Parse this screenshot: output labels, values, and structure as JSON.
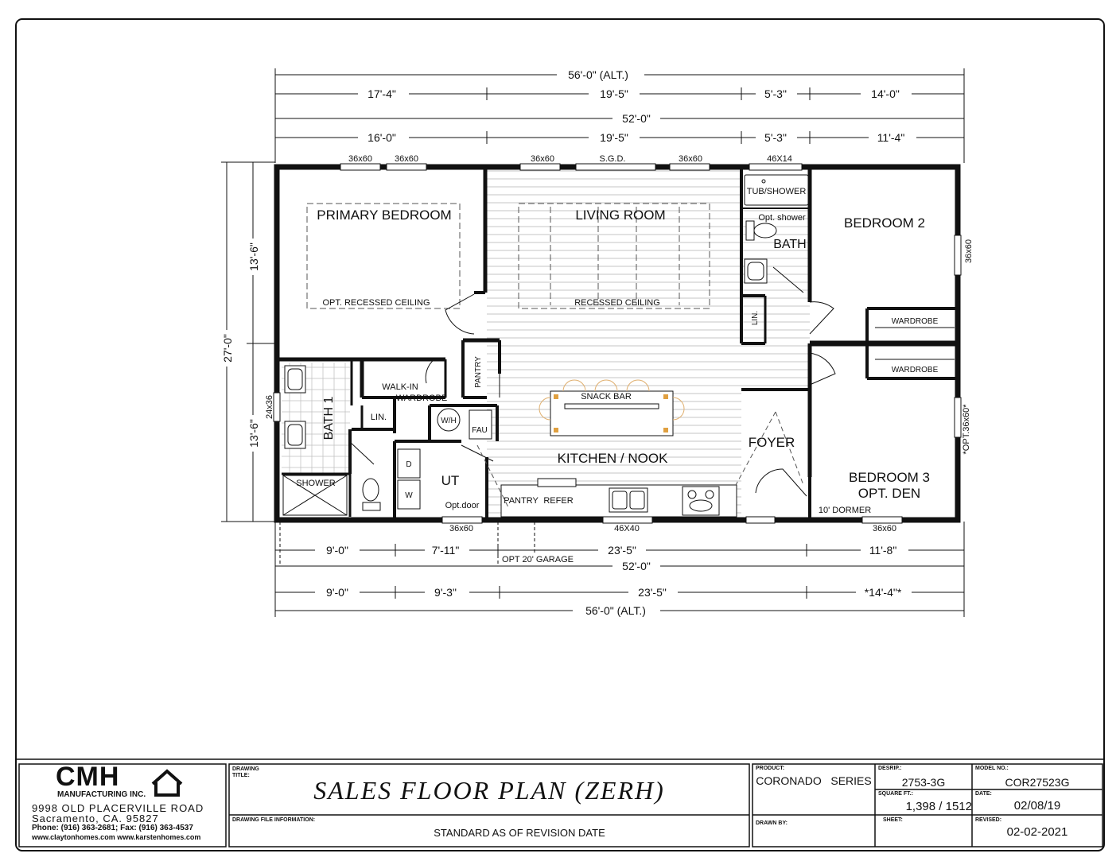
{
  "dimensions": {
    "top": {
      "overall_alt": "56'-0\" (ALT.)",
      "row2": [
        "17'-4\"",
        "19'-5\"",
        "5'-3\"",
        "14'-0\""
      ],
      "overall": "52'-0\"",
      "row4": [
        "16'-0\"",
        "19'-5\"",
        "5'-3\"",
        "11'-4\""
      ]
    },
    "left": {
      "overall": "27'-0\"",
      "upper": "13'-6\"",
      "lower": "13'-6\""
    },
    "bottom": {
      "row1": [
        "9'-0\"",
        "7'-11\"",
        "23'-5\"",
        "11'-8\""
      ],
      "garage": "OPT 20' GARAGE",
      "overall": "52'-0\"",
      "row3": [
        "9'-0\"",
        "9'-3\"",
        "23'-5\"",
        "*14'-4\"*"
      ],
      "overall_alt": "56'-0\" (ALT.)"
    }
  },
  "windows": {
    "w1": "36x60",
    "w2": "36x60",
    "w3": "36x60",
    "sgd": "S.G.D.",
    "w4": "36x60",
    "w5": "46X14",
    "right1": "36x60",
    "right2": "*OPT.36x60*",
    "left1": "24x36",
    "bottom1": "36x60",
    "bottom2": "46X40",
    "bottom3": "36x60"
  },
  "rooms": {
    "primary_bedroom": "PRIMARY BEDROOM",
    "opt_recessed_ceiling": "OPT. RECESSED CEILING",
    "living_room": "LIVING ROOM",
    "recessed_ceiling": "RECESSED CEILING",
    "tub_shower": "TUB/SHOWER",
    "opt_shower": "Opt. shower",
    "bath": "BATH",
    "bedroom2": "BEDROOM 2",
    "wardrobe1": "WARDROBE",
    "wardrobe2": "WARDROBE",
    "lin_right": "LIN.",
    "pantry_upper": "PANTRY",
    "walk_in": "WALK-IN",
    "wardrobe_walk": "WARDROBE",
    "lin_left": "LIN.",
    "bath1": "BATH 1",
    "shower": "SHOWER",
    "wh": "W/H",
    "fau": "FAU",
    "snack_bar": "SNACK BAR",
    "kitchen_nook": "KITCHEN / NOOK",
    "foyer": "FOYER",
    "bedroom3": "BEDROOM 3",
    "opt_den": "OPT. DEN",
    "ut": "UT",
    "d": "D",
    "w": "W",
    "opt_door": "Opt.door",
    "pantry_lower": "PANTRY",
    "refer": "REFER",
    "dormer": "10' DORMER"
  },
  "title_block": {
    "logo": "CMH",
    "company": "MANUFACTURING INC.",
    "address1": "9998 OLD PLACERVILLE ROAD",
    "address2": "Sacramento, CA. 95827",
    "phone": "Phone: (916) 363-2681; Fax: (916) 363-4537",
    "web": "www.claytonhomes.com  www.karstenhomes.com",
    "drawing_title_label": "DRAWING TITLE:",
    "drawing_title": "SALES FLOOR PLAN (ZERH)",
    "file_info_label": "DRAWING FILE INFORMATION:",
    "file_info": "STANDARD AS OF REVISION DATE",
    "product_label": "PRODUCT:",
    "product": "CORONADO   SERIES",
    "descrip_label": "DESRIP.:",
    "descrip": "2753-3G",
    "model_label": "MODEL NO.:",
    "model": "COR27523G",
    "sqft_label": "SQUARE FT.:",
    "sqft": "1,398 / 1512",
    "date_label": "DATE:",
    "date": "02/08/19",
    "drawn_by_label": "DRAWN BY:",
    "sheet_label": "SHEET:",
    "revised_label": "REVISED:",
    "revised": "02-02-2021"
  }
}
